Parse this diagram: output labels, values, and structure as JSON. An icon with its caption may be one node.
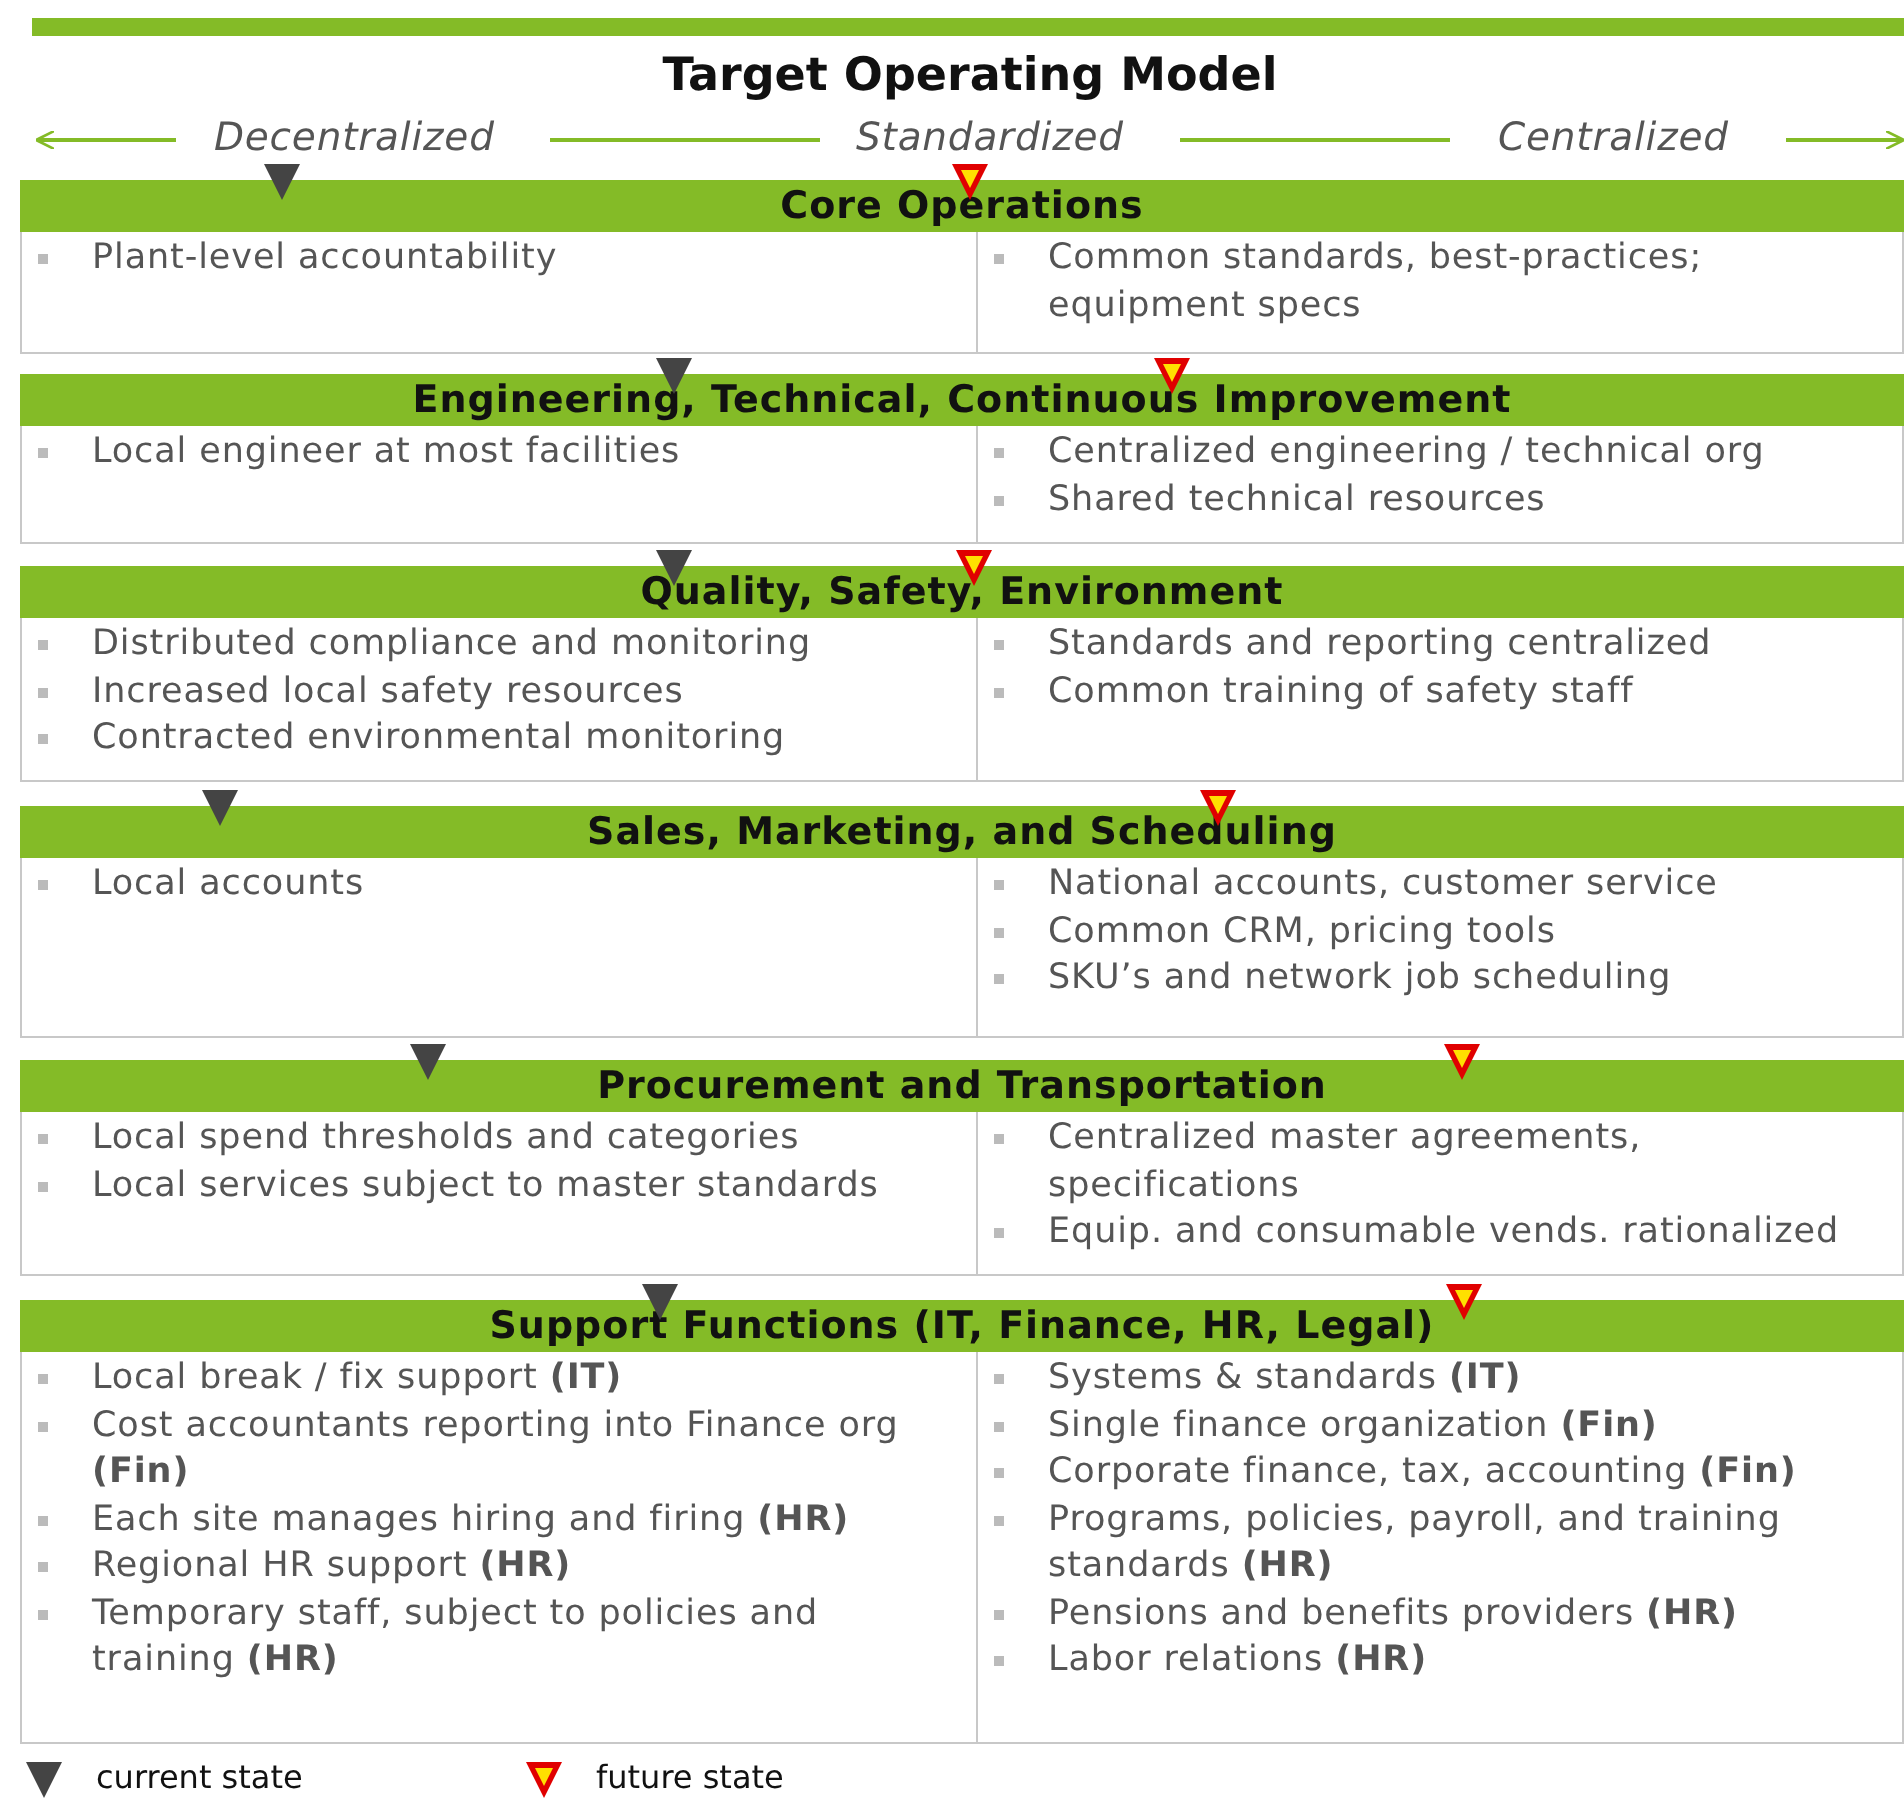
{
  "diagram": {
    "title": "Target Operating Model",
    "nodes": [
      {
        "text": [
          "Core Operations"
        ]
      },
      {
        "text": [
          "Plant-level accountability"
        ]
      },
      {
        "text": [
          "Common standards, best-practices; equipment specs"
        ]
      },
      {
        "text": [
          "Engineering, Technical, Continuous Improvement"
        ]
      },
      {
        "text": [
          "Local engineer at most facilities"
        ]
      },
      {
        "text": [
          "Centralized engineering / technical org",
          "Shared technical resources"
        ]
      },
      {
        "text": [
          "Quality, Safety, Environment"
        ]
      },
      {
        "text": [
          "Distributed compliance and monitoring",
          "Increased local safety resources",
          "Contracted environmental monitoring"
        ]
      },
      {
        "text": [
          "Standards and reporting centralized",
          "Common training of safety staff"
        ]
      },
      {
        "text": [
          "Sales, Marketing, and Scheduling"
        ]
      },
      {
        "text": [
          "Local accounts"
        ]
      },
      {
        "text": [
          "National accounts, customer service",
          "Common CRM, pricing tools",
          "SKU’s and network job scheduling"
        ]
      },
      {
        "text": [
          "Procurement and Transportation"
        ]
      },
      {
        "text": [
          "Local spend thresholds and categories",
          "Local services subject to master standards"
        ]
      },
      {
        "text": [
          "Centralized master agreements, specifications",
          "Equip. and consumable vends. rationalized"
        ]
      },
      {
        "text": [
          "Support Functions (IT, Finance, HR, Legal)"
        ]
      },
      {
        "text": [
          "Local break / fix support **(IT)**",
          "Cost accountants reporting into Finance org **(Fin)**",
          "Each site manages hiring and firing **(HR)**",
          "Regional HR support **(HR)**",
          "Temporary staff, subject to policies and training **(HR)**"
        ]
      },
      {
        "text": [
          "Systems & standards **(IT)**",
          "Single finance organization **(Fin)**",
          "Corporate finance, tax, accounting **(Fin)**",
          "Programs, policies, payroll, and training standards **(HR)**",
          "Pensions and benefits providers **(HR)**",
          "Labor relations **(HR)**"
        ]
      }
    ],
    "edges": [],
    "labels": [
      "Decentralized",
      "Standardized",
      "Centralized"
    ],
    "legend": [
      {
        "text": "current state"
      },
      {
        "text": "future state"
      }
    ]
  }
}
